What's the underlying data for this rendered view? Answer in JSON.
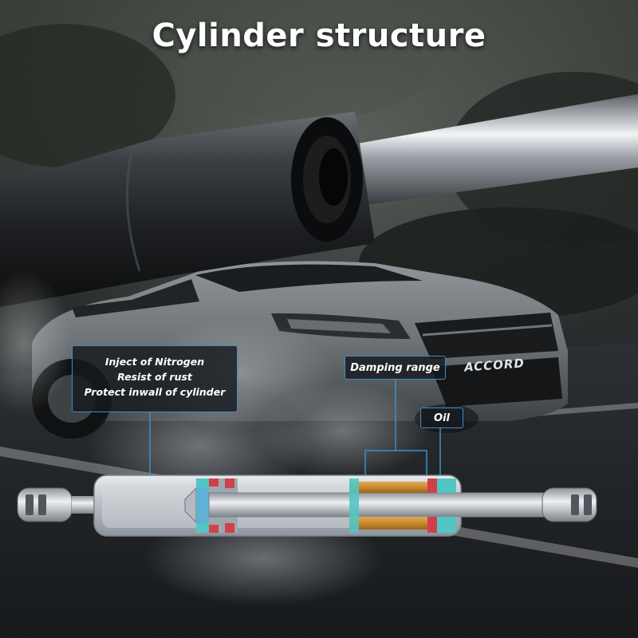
{
  "title": "Cylinder structure",
  "callouts": {
    "nitrogen": [
      "Inject of Nitrogen",
      "Resist of rust",
      "Protect inwall of cylinder"
    ],
    "damping": "Damping range",
    "oil": "Oil"
  },
  "car_emblem": "ACCORD",
  "colors": {
    "callout_border": "#3d8ec9",
    "seal_red": "#d0404a",
    "seal_cyan": "#52c6c4",
    "oil_amber": "#c98a2e",
    "cylinder_body": "#bfc4ca"
  }
}
